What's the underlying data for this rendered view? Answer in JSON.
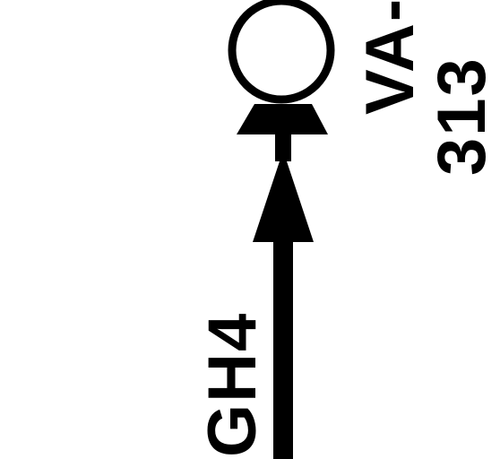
{
  "diagram": {
    "line_label": "GH4",
    "device_tag_prefix": "VA-",
    "device_tag_number": "313",
    "stroke_color": "#000000",
    "background_color": "#ffffff",
    "symbols": [
      "open-circle-instrument",
      "flow-arrow-up",
      "valve-seat-triangle"
    ]
  }
}
